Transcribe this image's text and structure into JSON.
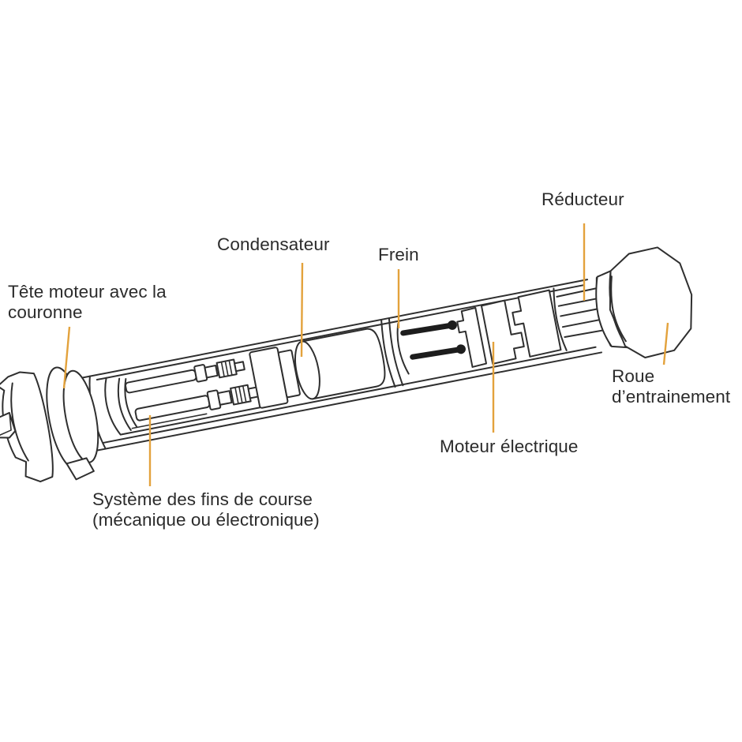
{
  "diagram": {
    "background": "#ffffff",
    "line_color": "#2f2f2f",
    "pin_color": "#1d1d1d",
    "leader_line_color": "#E3A23C",
    "text_color": "#2b2b2b",
    "labels": {
      "motor_head": "Tête moteur avec la couronne",
      "capacitor": "Condensateur",
      "brake": "Frein",
      "reducer": "Réducteur",
      "drive_wheel": "Roue d’entrainement",
      "electric_motor": "Moteur électrique",
      "limit_switch": "Système des fins de course (mécanique ou électronique)"
    }
  }
}
